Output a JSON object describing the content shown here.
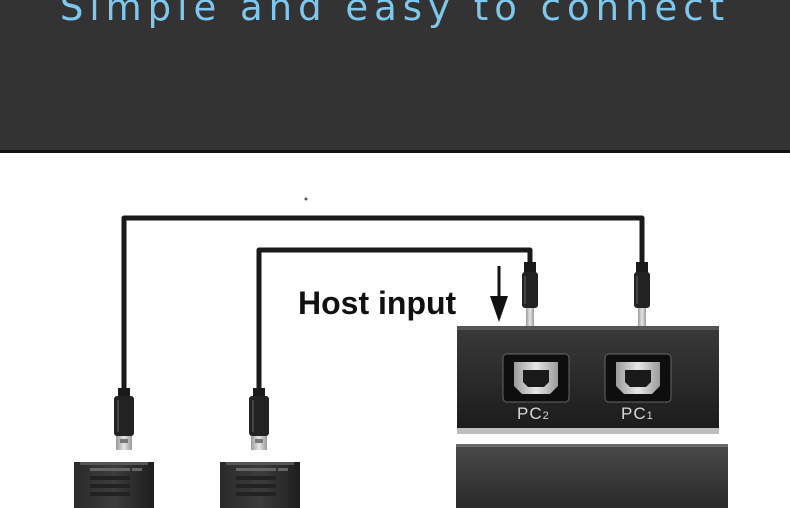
{
  "banner": {
    "headline": "Simple and easy to connect",
    "background_color": "#333333",
    "headline_color": "#7ec8f0"
  },
  "diagram": {
    "host_label": "Host input",
    "ports": [
      {
        "id": "pc2",
        "main": "PC",
        "sub": "2"
      },
      {
        "id": "pc1",
        "main": "PC",
        "sub": "1"
      }
    ]
  }
}
